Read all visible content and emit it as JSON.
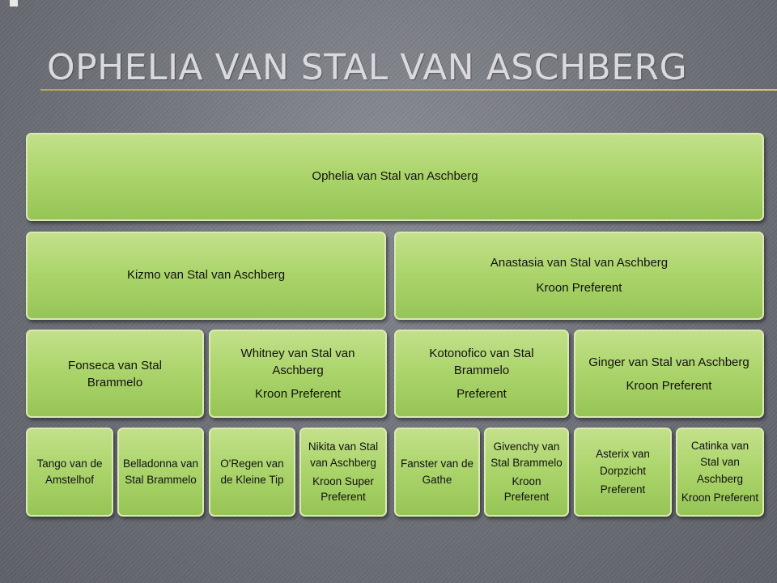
{
  "title": "OPHELIA VAN STAL VAN ASCHBERG",
  "root": {
    "name": "Ophelia van Stal van Aschberg",
    "sub": ""
  },
  "parents": [
    {
      "name": "Kizmo van Stal van Aschberg",
      "sub": ""
    },
    {
      "name": "Anastasia van Stal van Aschberg",
      "sub": "Kroon Preferent"
    }
  ],
  "grandparents": [
    {
      "name": "Fonseca van Stal Brammelo",
      "sub": ""
    },
    {
      "name": "Whitney van Stal van Aschberg",
      "sub": "Kroon Preferent"
    },
    {
      "name": "Kotonofico van Stal Brammelo",
      "sub": "Preferent"
    },
    {
      "name": "Ginger van Stal van Aschberg",
      "sub": "Kroon Preferent"
    }
  ],
  "great_grandparents": [
    {
      "name": "Tango van de Amstelhof",
      "sub": ""
    },
    {
      "name": "Belladonna van Stal Brammelo",
      "sub": ""
    },
    {
      "name": "O'Regen van de Kleine Tip",
      "sub": ""
    },
    {
      "name": "Nikita van Stal van Aschberg",
      "sub": "Kroon Super Preferent"
    },
    {
      "name": "Fanster van de Gathe",
      "sub": ""
    },
    {
      "name": "Givenchy van Stal Brammelo",
      "sub": "Kroon Preferent"
    },
    {
      "name": "Asterix van Dorpzicht",
      "sub": "Preferent"
    },
    {
      "name": "Catinka van Stal van Aschberg",
      "sub": "Kroon Preferent"
    }
  ]
}
